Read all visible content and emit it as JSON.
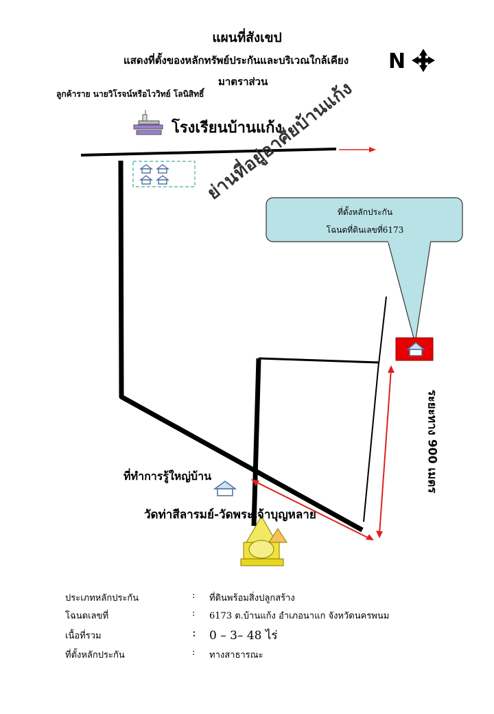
{
  "title": "แผนที่สังเขป",
  "subtitle": "แสดงที่ตั้งของหลักทรัพย์ประกันและบริเวณใกล้เคียง",
  "scale_label": "มาตราส่วน",
  "owner": "ลูกค้าราย  นายวิโรจน์หรือไววิทย์  โลนิสิทธิ์",
  "compass_label": "N",
  "school": "โรงเรียนบ้านแก้ง",
  "residential_area": "ย่านที่อยู่อาศัยบ้านแก้ง",
  "callout": {
    "line1": "ที่ตั้งหลักประกัน",
    "line2": "โฉนดที่ดินเลขที่6173"
  },
  "meeting_hall": "ที่ทำการรู้ใหญ่บ้าน",
  "temple": "วัดท่าสีลารมย์-วัดพระเจ้าบุญหลาย",
  "distance": "ระยะทาง 900 เมตร",
  "info_rows": [
    {
      "label": "ประเภทหลักประกัน",
      "colon": ":",
      "value": "ที่ดินพร้อมสิ่งปลูกสร้าง"
    },
    {
      "label": "โฉนดเลขที่",
      "colon": ":",
      "value": "6173  ต.บ้านแก้ง  อำเภอนาแก   จังหวัดนครพนม"
    },
    {
      "label": "เนื้อที่รวม",
      "colon": ":",
      "value": "0 –  3–  48  ไร่"
    },
    {
      "label": "ที่ตั้งหลักประกัน",
      "colon": ":",
      "value": "ทางสาธารณะ"
    }
  ],
  "colors": {
    "callout_fill": "#b9e2e6",
    "marker_red": "#e60000",
    "arrow_red": "#e02020",
    "school_purple": "#9b7fd0",
    "house_blue": "#4a6ea0",
    "temple_yellow": "#f0e23a"
  }
}
